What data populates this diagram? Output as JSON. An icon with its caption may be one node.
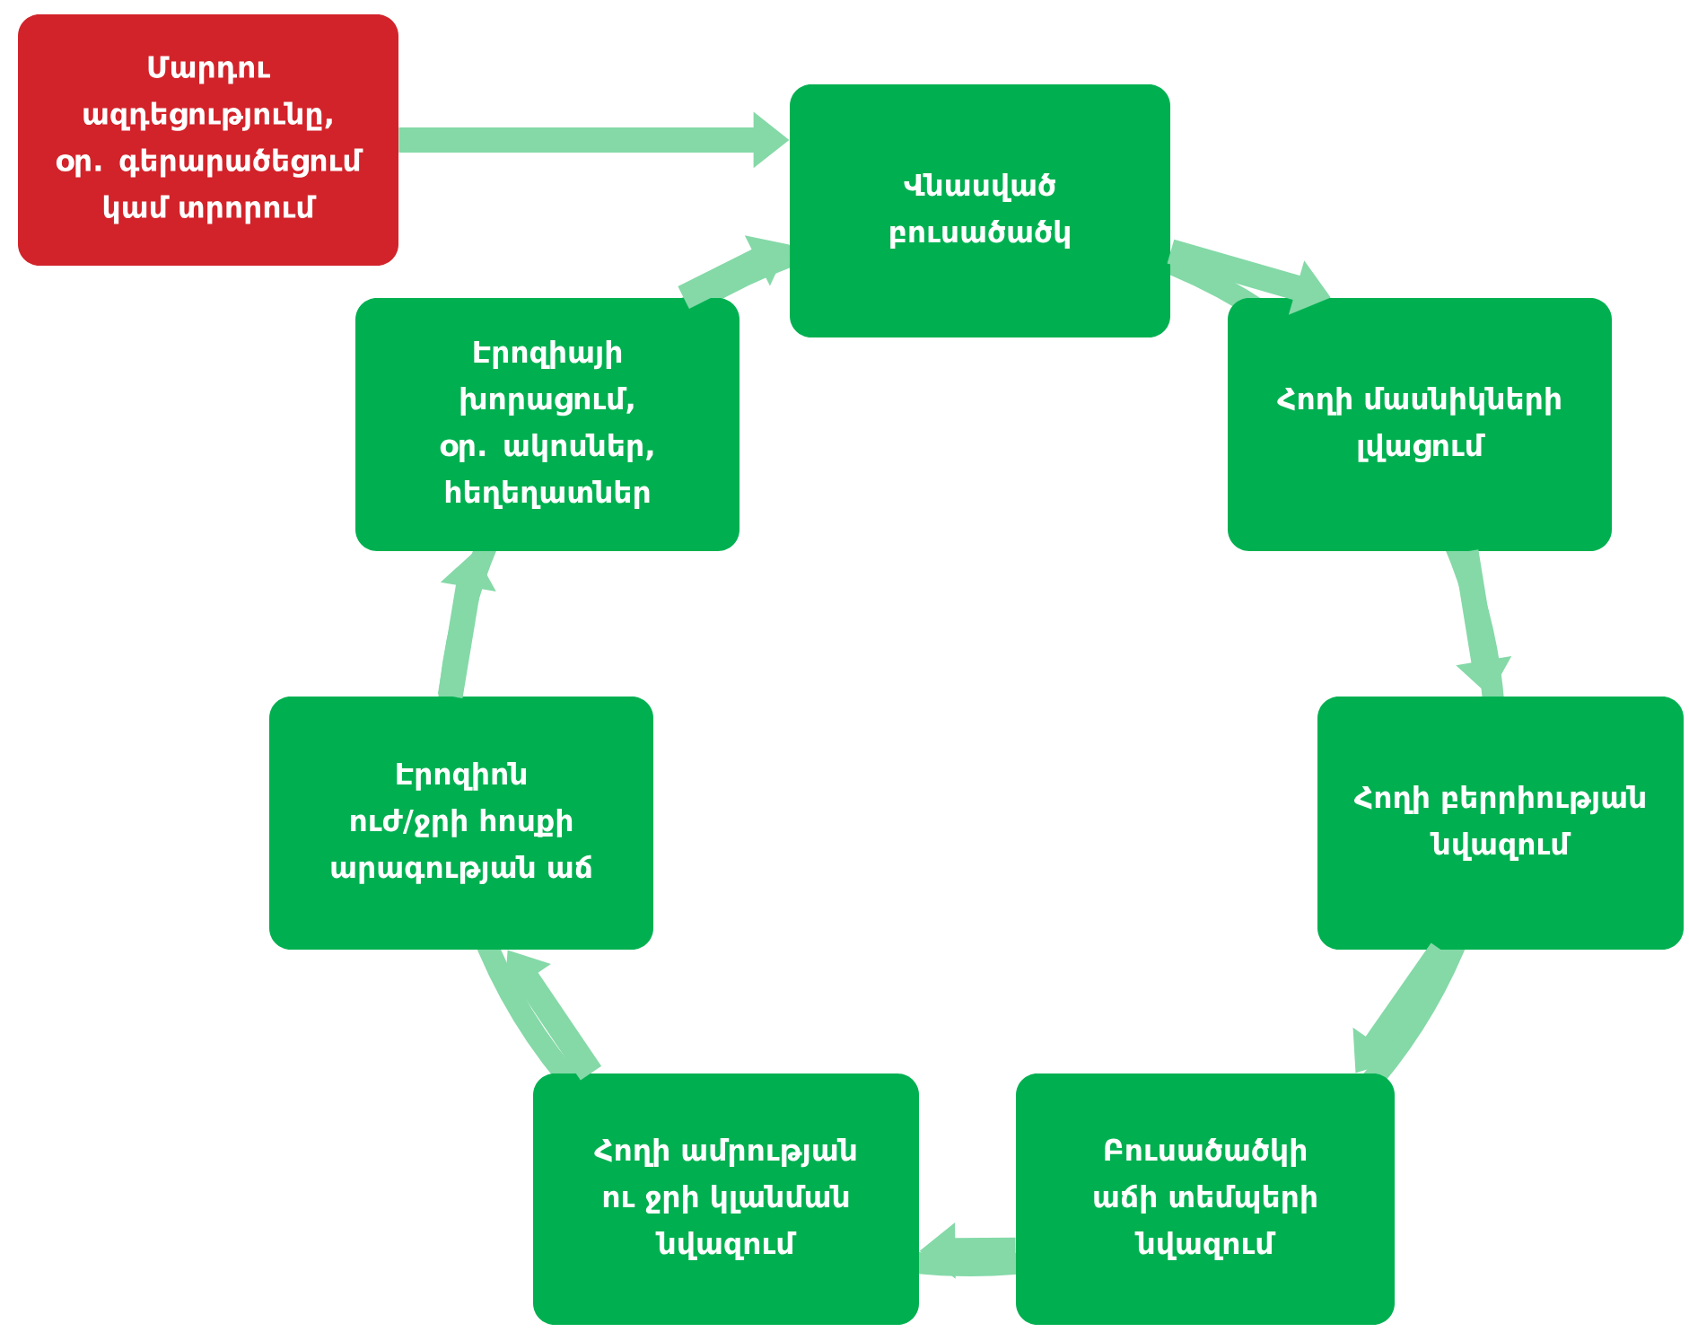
{
  "diagram": {
    "nodes": [
      {
        "text": [
          "Մարդու ազդեցությունը, օր. գերարածեցում կամ տրորում"
        ]
      },
      {
        "text": [
          "Վնասված բուսածածկ"
        ]
      },
      {
        "text": [
          "Հողի մասնիկների լվացում"
        ]
      },
      {
        "text": [
          "Հողի բերրիության նվազում"
        ]
      },
      {
        "text": [
          "Բուսածածկի աճի տեմպերի նվազում"
        ]
      },
      {
        "text": [
          "Հողի ամրության ու ջրի կլանման նվազում"
        ]
      },
      {
        "text": [
          "Էրոզիոն ուժ/ջրի հոսքի արագության աճ"
        ]
      },
      {
        "text": [
          "Էրոզիայի խորացում, օր. ակոսներ, հեղեղատներ"
        ]
      }
    ],
    "edges": [
      {
        "from": 0,
        "to": 1,
        "arrow": "to"
      },
      {
        "from": 1,
        "to": 2,
        "arrow": "to"
      },
      {
        "from": 2,
        "to": 3,
        "arrow": "to"
      },
      {
        "from": 3,
        "to": 4,
        "arrow": "to"
      },
      {
        "from": 4,
        "to": 5,
        "arrow": "to"
      },
      {
        "from": 5,
        "to": 6,
        "arrow": "to"
      },
      {
        "from": 6,
        "to": 7,
        "arrow": "to"
      },
      {
        "from": 7,
        "to": 1,
        "arrow": "to"
      }
    ]
  }
}
